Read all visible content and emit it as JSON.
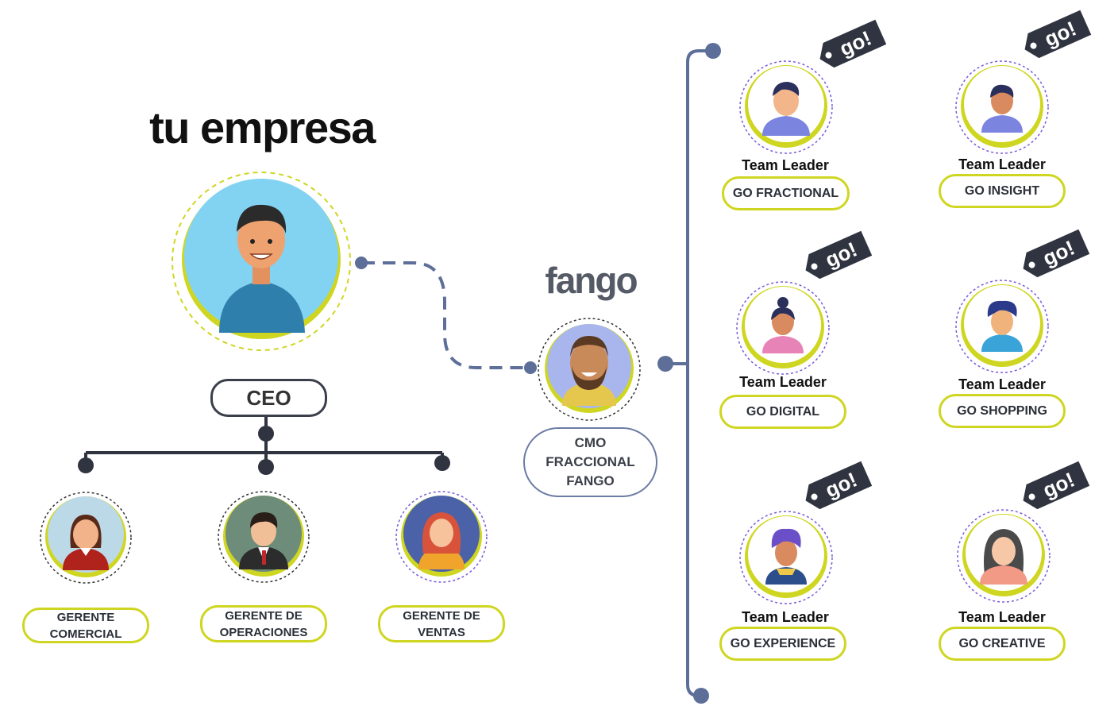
{
  "company": {
    "title": "tu empresa",
    "ceo_label": "CEO"
  },
  "managers": [
    {
      "line1": "GERENTE",
      "line2": "COMERCIAL"
    },
    {
      "line1": "GERENTE DE",
      "line2": "OPERACIONES"
    },
    {
      "line1": "GERENTE DE",
      "line2": "VENTAS"
    }
  ],
  "fango": {
    "brand": "fango",
    "line1": "CMO",
    "line2": "FRACCIONAL",
    "line3": "FANGO"
  },
  "tag_text": "go!",
  "teams": [
    {
      "role": "Team Leader",
      "unit": "GO FRACTIONAL"
    },
    {
      "role": "Team Leader",
      "unit": "GO INSIGHT"
    },
    {
      "role": "Team Leader",
      "unit": "GO DIGITAL"
    },
    {
      "role": "Team Leader",
      "unit": "GO SHOPPING"
    },
    {
      "role": "Team Leader",
      "unit": "GO EXPERIENCE"
    },
    {
      "role": "Team Leader",
      "unit": "GO CREATIVE"
    }
  ],
  "colors": {
    "accent": "#cfd621",
    "connector": "#5d6f99",
    "tree": "#2f3440",
    "tag": "#2f3440"
  }
}
